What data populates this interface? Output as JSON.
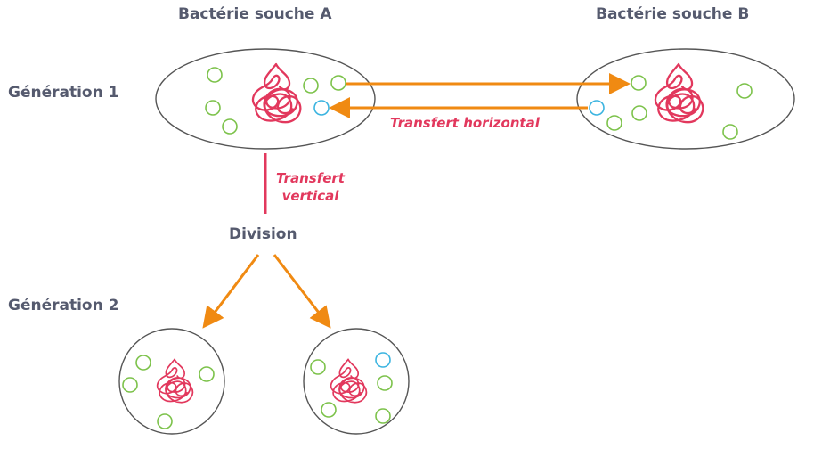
{
  "headers": {
    "strain_a": "Bactérie souche A",
    "strain_b": "Bactérie souche B"
  },
  "generations": {
    "gen1": "Génération 1",
    "gen2": "Génération 2"
  },
  "labels": {
    "horizontal_transfer": "Transfert horizontal",
    "vertical_transfer_line1": "Transfert",
    "vertical_transfer_line2": "vertical",
    "division": "Division"
  },
  "colors": {
    "membrane": "#555555",
    "dna": "#e2385d",
    "plasmid": "#7cc24a",
    "transferred_plasmid": "#3bb4e0",
    "arrow": "#f08a12",
    "vertical_line": "#e2385d",
    "text": "#555a6e"
  }
}
